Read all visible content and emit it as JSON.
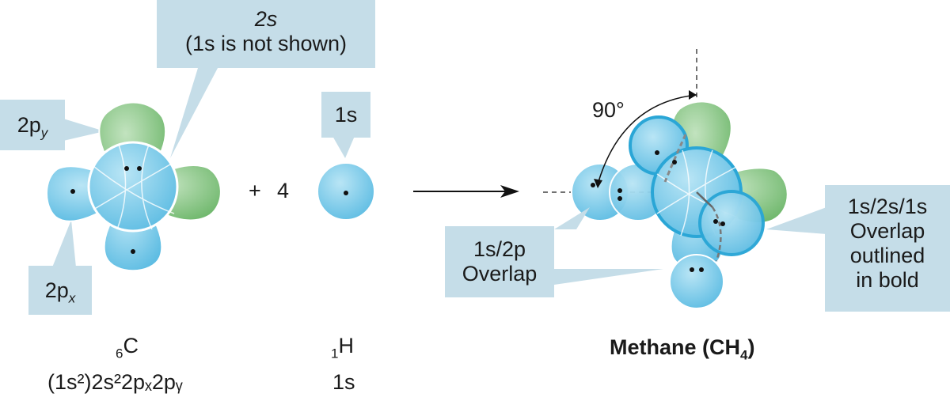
{
  "colors": {
    "blue_orbital": "#7ecbea",
    "green_orbital": "#8fcc8c",
    "orbital_stroke_blue": "#2aa6d6",
    "callout_fill": "#c5dde8"
  },
  "carbon": {
    "label_2s_line1": "2s",
    "label_2s_line2": "(1s is not shown)",
    "label_2py": "2p",
    "label_2py_sub": "y",
    "label_2px": "2p",
    "label_2px_sub": "x",
    "symbol_sub": "6",
    "symbol": "C",
    "config": "(1s²)2s²2pₓ2pᵧ"
  },
  "plus": "+",
  "coefficient": "4",
  "hydrogen": {
    "label_1s": "1s",
    "symbol_sub": "1",
    "symbol": "H",
    "config": "1s"
  },
  "methane": {
    "angle": "90°",
    "label_1s2p_line1": "1s/2p",
    "label_1s2p_line2": "Overlap",
    "label_bold_line1": "1s/2s/1s",
    "label_bold_line2": "Overlap",
    "label_bold_line3": "outlined",
    "label_bold_line4": "in bold",
    "name_prefix": "Methane (CH",
    "name_sub": "4",
    "name_suffix": ")"
  }
}
